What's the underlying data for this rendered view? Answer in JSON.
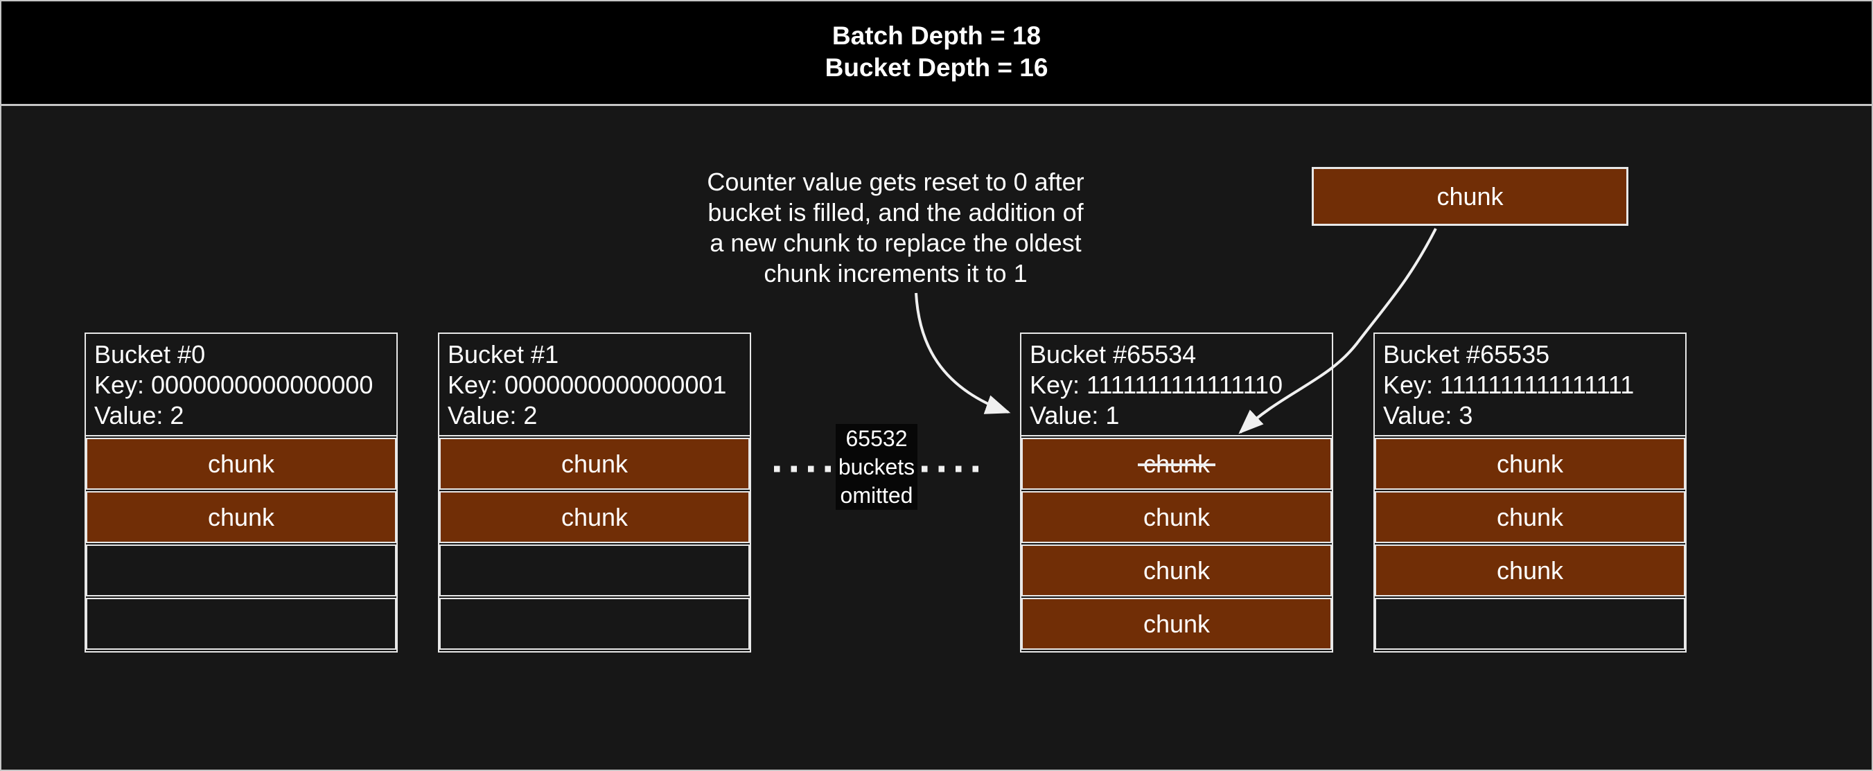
{
  "banner": {
    "line1": "Batch Depth = 18",
    "line2": "Bucket Depth = 16"
  },
  "annotation": {
    "line1": "Counter value gets reset to 0 after",
    "line2": "bucket is filled, and the addition of",
    "line3": "a new chunk to replace the oldest",
    "line4": "chunk increments it to 1"
  },
  "floating_chunk": {
    "label": "chunk"
  },
  "omitted_label": {
    "line1": "65532",
    "line2": "buckets",
    "line3": "omitted"
  },
  "buckets": [
    {
      "title": "Bucket #0",
      "key": "Key: 0000000000000000",
      "value": "Value: 2",
      "slots": [
        {
          "filled": true,
          "struck": false,
          "label": "chunk"
        },
        {
          "filled": true,
          "struck": false,
          "label": "chunk"
        },
        {
          "filled": false,
          "struck": false,
          "label": ""
        },
        {
          "filled": false,
          "struck": false,
          "label": ""
        }
      ]
    },
    {
      "title": "Bucket #1",
      "key": "Key: 0000000000000001",
      "value": "Value: 2",
      "slots": [
        {
          "filled": true,
          "struck": false,
          "label": "chunk"
        },
        {
          "filled": true,
          "struck": false,
          "label": "chunk"
        },
        {
          "filled": false,
          "struck": false,
          "label": ""
        },
        {
          "filled": false,
          "struck": false,
          "label": ""
        }
      ]
    },
    {
      "title": "Bucket #65534",
      "key": "Key: 1111111111111110",
      "value": "Value: 1",
      "slots": [
        {
          "filled": true,
          "struck": true,
          "label": "chunk"
        },
        {
          "filled": true,
          "struck": false,
          "label": "chunk"
        },
        {
          "filled": true,
          "struck": false,
          "label": "chunk"
        },
        {
          "filled": true,
          "struck": false,
          "label": "chunk"
        }
      ]
    },
    {
      "title": "Bucket #65535",
      "key": "Key: 1111111111111111",
      "value": "Value: 3",
      "slots": [
        {
          "filled": true,
          "struck": false,
          "label": "chunk"
        },
        {
          "filled": true,
          "struck": false,
          "label": "chunk"
        },
        {
          "filled": true,
          "struck": false,
          "label": "chunk"
        },
        {
          "filled": false,
          "struck": false,
          "label": ""
        }
      ]
    }
  ],
  "colors": {
    "chunk_fill": "#712e06",
    "main_background": "#171717",
    "banner_background": "#000000",
    "box_border": "#e8e8e8",
    "frame_border": "#c6c6c6",
    "text": "#ffffff"
  }
}
